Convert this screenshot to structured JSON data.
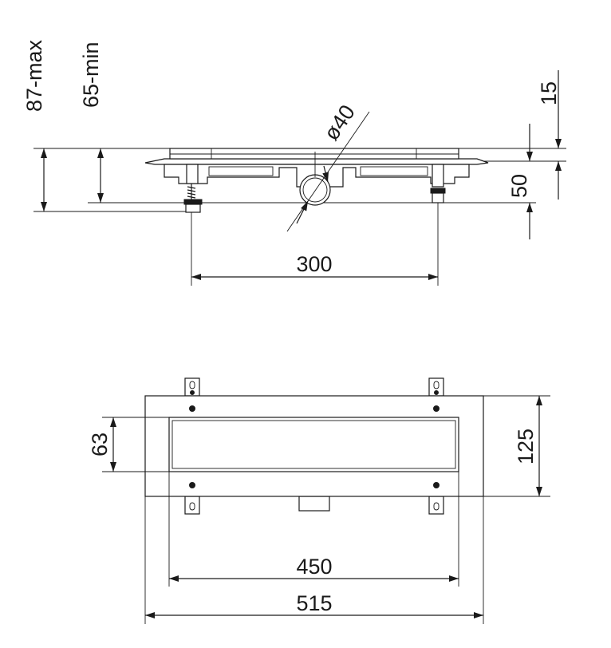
{
  "colors": {
    "line": "#1a1a1a",
    "background": "#ffffff"
  },
  "side_view": {
    "dim_max": "87-max",
    "dim_min": "65-min",
    "dim_diameter": "ø40",
    "dim_top": "15",
    "dim_height": "50",
    "dim_feet_spacing": "300"
  },
  "top_view": {
    "dim_grate_width": "63",
    "dim_frame_width": "125",
    "dim_grate_length": "450",
    "dim_frame_length": "515"
  }
}
